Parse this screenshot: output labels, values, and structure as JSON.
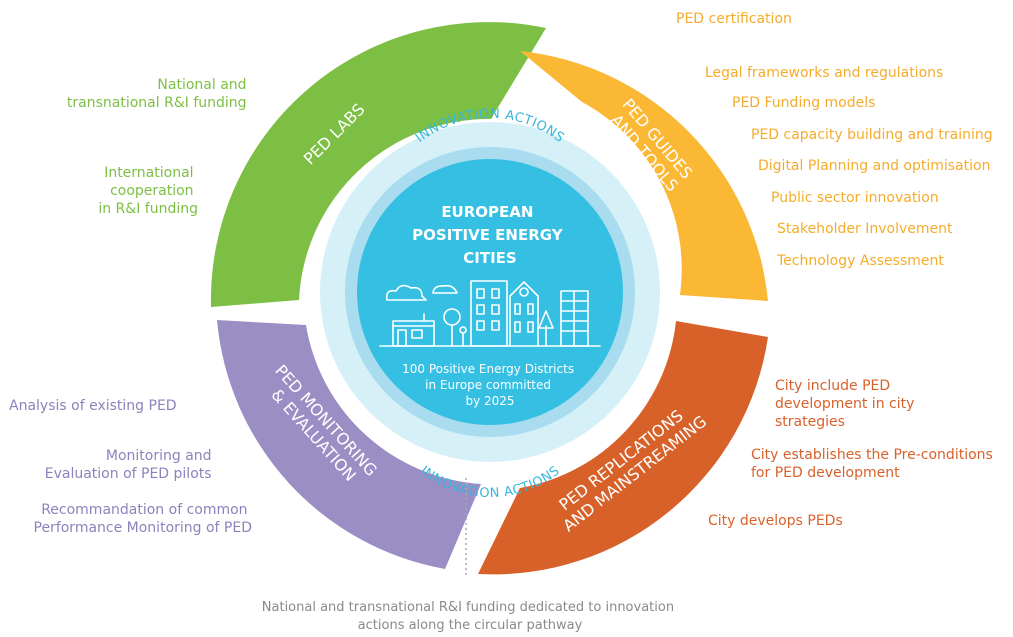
{
  "cycle": {
    "labs": {
      "label": "PED LABS",
      "color": "#7dbf45"
    },
    "guides": {
      "line1": "PED GUIDES",
      "line2": "AND TOOLS",
      "color": "#fbb834"
    },
    "replications": {
      "line1": "PED REPLICATIONS",
      "line2": "AND MAINSTREAMING",
      "color": "#d8612a"
    },
    "monitoring": {
      "line1": "PED MONITORING",
      "line2": "& EVALUATION",
      "color": "#9b8ec4"
    }
  },
  "center": {
    "title_lines": [
      "EUROPEAN",
      "POSITIVE ENERGY",
      "CITIES"
    ],
    "subtitle_lines": [
      "100 Positive Energy Districts",
      "in Europe committed",
      "by 2025"
    ],
    "innovation_top": "INNOVATION ACTIONS",
    "innovation_bottom": "INNOVATION ACTIONS",
    "ring_outer_color": "#d6f0f8",
    "ring_mid_color": "#a9dcef",
    "disc_color": "#35c0e3"
  },
  "labs_items": [
    {
      "lines": [
        "National and",
        "transnational R&I funding"
      ]
    },
    {
      "lines": [
        "International",
        "cooperation",
        "in R&I funding"
      ]
    }
  ],
  "guides_items": [
    "PED certification",
    "Legal frameworks and regulations",
    "PED Funding models",
    "PED capacity building and training",
    "Digital Planning and optimisation",
    "Public sector innovation",
    "Stakeholder Involvement",
    "Technology Assessment"
  ],
  "replication_items": [
    {
      "lines": [
        "City include PED",
        "development in city",
        "strategies"
      ]
    },
    {
      "lines": [
        "City establishes the Pre-conditions",
        "for PED development"
      ]
    },
    {
      "lines": [
        "City develops PEDs"
      ]
    }
  ],
  "monitoring_items": [
    {
      "lines": [
        "Analysis of existing PED"
      ]
    },
    {
      "lines": [
        "Monitoring and",
        "Evaluation of PED pilots"
      ]
    },
    {
      "lines": [
        "Recommandation of common",
        "Performance Monitoring of PED"
      ]
    }
  ],
  "footer": {
    "lines": [
      "National and transnational R&I funding dedicated to innovation",
      "actions along the circular pathway"
    ]
  }
}
